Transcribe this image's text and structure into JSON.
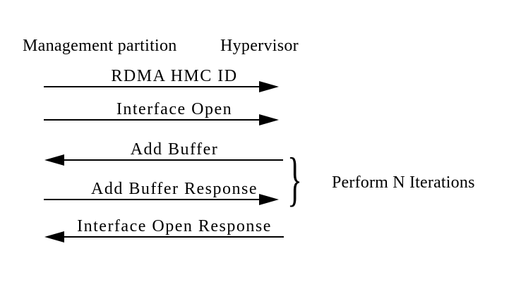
{
  "diagram": {
    "participants": [
      {
        "name": "Management partition"
      },
      {
        "name": "Hypervisor"
      }
    ],
    "messages": [
      {
        "label": "RDMA HMC ID",
        "direction": "right"
      },
      {
        "label": "Interface Open",
        "direction": "right"
      },
      {
        "label": "Add Buffer",
        "direction": "left"
      },
      {
        "label": "Add Buffer Response",
        "direction": "right"
      },
      {
        "label": "Interface Open Response",
        "direction": "left"
      }
    ],
    "iteration_group": {
      "brace_glyph": "}",
      "label": "Perform N Iterations",
      "grouped_messages": [
        "Add Buffer",
        "Add Buffer Response"
      ]
    },
    "colors": {
      "foreground": "#000000",
      "background": "#ffffff"
    }
  }
}
